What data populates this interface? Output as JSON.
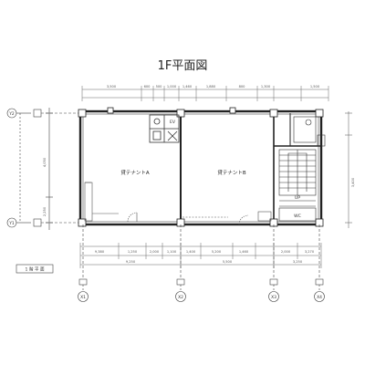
{
  "title": "1F平面図",
  "rooms": {
    "tenant_a": "貸テナントA",
    "tenant_b": "貸テナントB"
  },
  "top_dims": [
    "3,500",
    "600",
    "500",
    "1,000",
    "1,460",
    "1,880",
    "800",
    "1,300",
    "1,500"
  ],
  "bottom_dims": [
    "9,380",
    "1,250",
    "2,000",
    "1,100",
    "1,400",
    "5,200",
    "1,460",
    "2,000",
    "3,270"
  ],
  "bottom_total": [
    "9,250",
    "5,500",
    "3,250"
  ],
  "left_dims": [
    "4,050",
    "2,250"
  ],
  "right_dims": [
    "3,400"
  ],
  "small_notes": [
    "UP",
    "EV",
    "WC"
  ],
  "grid_rows": [
    "Y2",
    "Y1"
  ],
  "grid_cols": [
    "X1",
    "X2",
    "X3",
    "X4"
  ],
  "legend_label": "1 階 平 面"
}
